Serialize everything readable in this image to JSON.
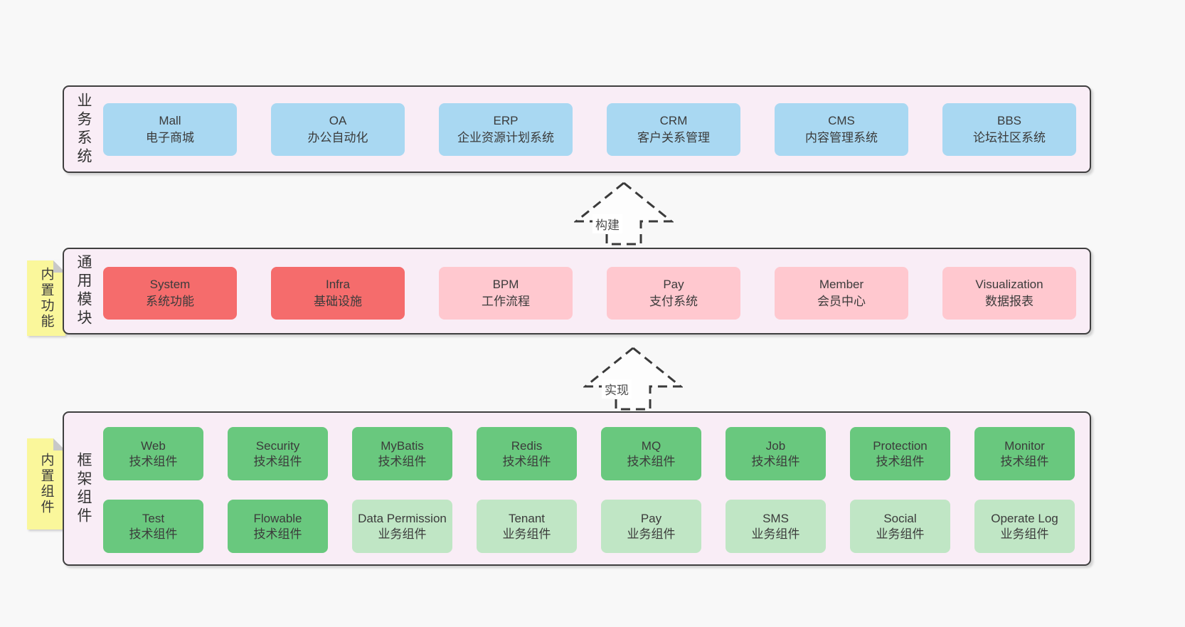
{
  "palette": {
    "page_bg": "#f8f8f8",
    "panel_bg": "#f9edf6",
    "panel_border": "#3f3f3f",
    "blue": "#a9d8f2",
    "red": "#f56c6c",
    "pink": "#ffc8cf",
    "green": "#69c87e",
    "light_green": "#c0e6c5",
    "sticky_yellow": "#faf79b",
    "text": "#3b3b3b"
  },
  "layers": {
    "business": {
      "label": "业务系统",
      "boxes": [
        {
          "title": "Mall",
          "subtitle": "电子商城"
        },
        {
          "title": "OA",
          "subtitle": "办公自动化"
        },
        {
          "title": "ERP",
          "subtitle": "企业资源计划系统"
        },
        {
          "title": "CRM",
          "subtitle": "客户关系管理"
        },
        {
          "title": "CMS",
          "subtitle": "内容管理系统"
        },
        {
          "title": "BBS",
          "subtitle": "论坛社区系统"
        }
      ]
    },
    "modules": {
      "label": "通用模块",
      "sticky": "内置功能",
      "boxes": [
        {
          "title": "System",
          "subtitle": "系统功能"
        },
        {
          "title": "Infra",
          "subtitle": "基础设施"
        },
        {
          "title": "BPM",
          "subtitle": "工作流程"
        },
        {
          "title": "Pay",
          "subtitle": "支付系统"
        },
        {
          "title": "Member",
          "subtitle": "会员中心"
        },
        {
          "title": "Visualization",
          "subtitle": "数据报表"
        }
      ]
    },
    "components": {
      "label": "框架组件",
      "sticky": "内置组件",
      "row1": [
        {
          "title": "Web",
          "subtitle": "技术组件"
        },
        {
          "title": "Security",
          "subtitle": "技术组件"
        },
        {
          "title": "MyBatis",
          "subtitle": "技术组件"
        },
        {
          "title": "Redis",
          "subtitle": "技术组件"
        },
        {
          "title": "MQ",
          "subtitle": "技术组件"
        },
        {
          "title": "Job",
          "subtitle": "技术组件"
        },
        {
          "title": "Protection",
          "subtitle": "技术组件"
        },
        {
          "title": "Monitor",
          "subtitle": "技术组件"
        }
      ],
      "row2": [
        {
          "title": "Test",
          "subtitle": "技术组件"
        },
        {
          "title": "Flowable",
          "subtitle": "技术组件"
        },
        {
          "title": "Data Permission",
          "subtitle": "业务组件"
        },
        {
          "title": "Tenant",
          "subtitle": "业务组件"
        },
        {
          "title": "Pay",
          "subtitle": "业务组件"
        },
        {
          "title": "SMS",
          "subtitle": "业务组件"
        },
        {
          "title": "Social",
          "subtitle": "业务组件"
        },
        {
          "title": "Operate Log",
          "subtitle": "业务组件"
        }
      ]
    }
  },
  "arrows": [
    {
      "label": "构建"
    },
    {
      "label": "实现"
    }
  ]
}
